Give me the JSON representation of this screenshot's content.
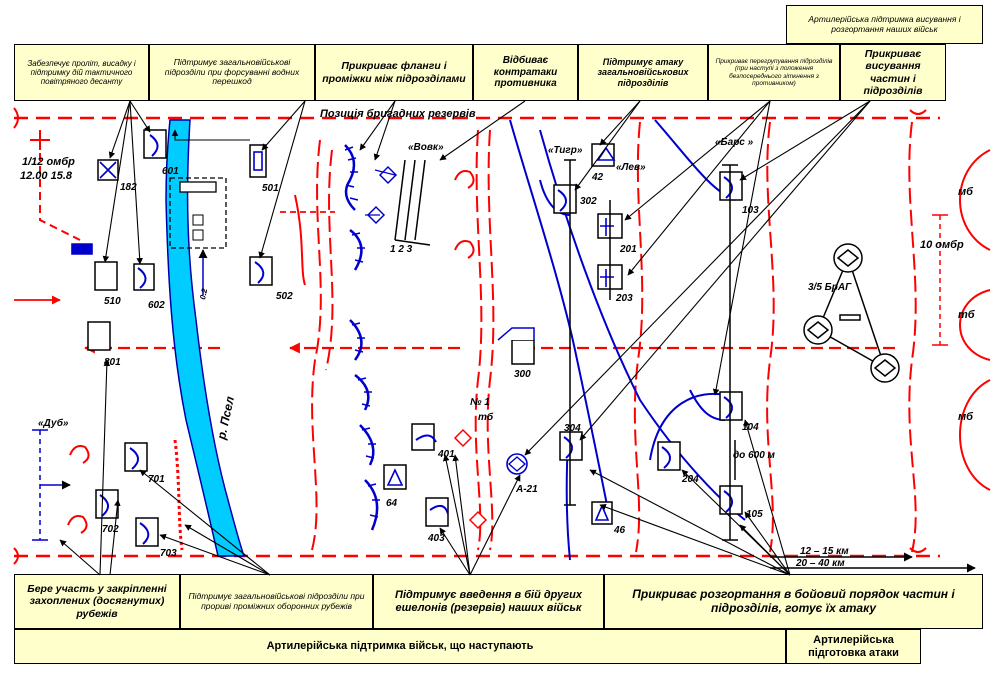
{
  "header": {
    "top_right": "Артилерійська підтримка висування і розгортання наших військ",
    "tasks": [
      "Забезпечує проліт, висадку і підтримку дій тактичного повітряного десанту",
      "Підтримує загальновійськові підрозділи при форсуванні водних перешкод",
      "Прикриває фланги і проміжки між підрозділами",
      "Відбиває контратаки противника",
      "Підтримує атаку загальновійськових підрозділів",
      "Прикриває перегрупування підрозділів (при наступі з положення безпосереднього зіткнення з противником)",
      "Прикриває висування частин і підрозділів"
    ]
  },
  "footer": {
    "tasks": [
      "Бере участь у закріпленні захоплених (досягнутих) рубежів",
      "Підтримує загальновійськові підрозділи при прориві проміжних оборонних рубежів",
      "Підтримує введення в бій других ешелонів (резервів) наших військ",
      "Прикриває розгортання в бойовий порядок частин і підрозділів, готує їх атаку"
    ],
    "left_bar": "Артилерійська підтримка військ, що наступають",
    "right_bar": "Артилерійська підготовка атаки"
  },
  "map": {
    "omb_label": "1/12 омбр",
    "omb_time": "12.00 15.8",
    "reserve_title": "Позиція бригадних резервів",
    "river": "р. Псел",
    "river_mark": "0.2",
    "numbers_123": "1 2 3",
    "units": {
      "u182": "182",
      "u601": "601",
      "u510": "510",
      "u602": "602",
      "u801": "801",
      "u501": "501",
      "u502": "502",
      "u701": "701",
      "u702": "702",
      "u703": "703",
      "u300": "300",
      "u401": "401",
      "u403": "403",
      "u64": "64",
      "u302": "302",
      "u201": "201",
      "u203": "203",
      "u42": "42",
      "u304": "304",
      "u46": "46",
      "uA21": "А-21",
      "u103": "103",
      "u104": "104",
      "u105": "105",
      "u204": "204"
    },
    "codes": {
      "dub": "«Дуб»",
      "vovk": "«Вовк»",
      "tyhr": "«Тигр»",
      "lev": "«Лев»",
      "bars": "«Барс »"
    },
    "tb1_num": "№ 1",
    "tb1": "тб",
    "brag": "3/5 БрАГ",
    "omb10": "10 омбр",
    "mb_top": "мб",
    "tb_right": "тб",
    "mb_bottom": "мб",
    "dist600": "до 600 м",
    "dist_a": "12 – 15 км",
    "dist_b": "20 – 40 км"
  },
  "colors": {
    "box_fill": "#ffffcc",
    "red": "#ff0000",
    "blue": "#0000cc",
    "river": "#00ccff"
  }
}
